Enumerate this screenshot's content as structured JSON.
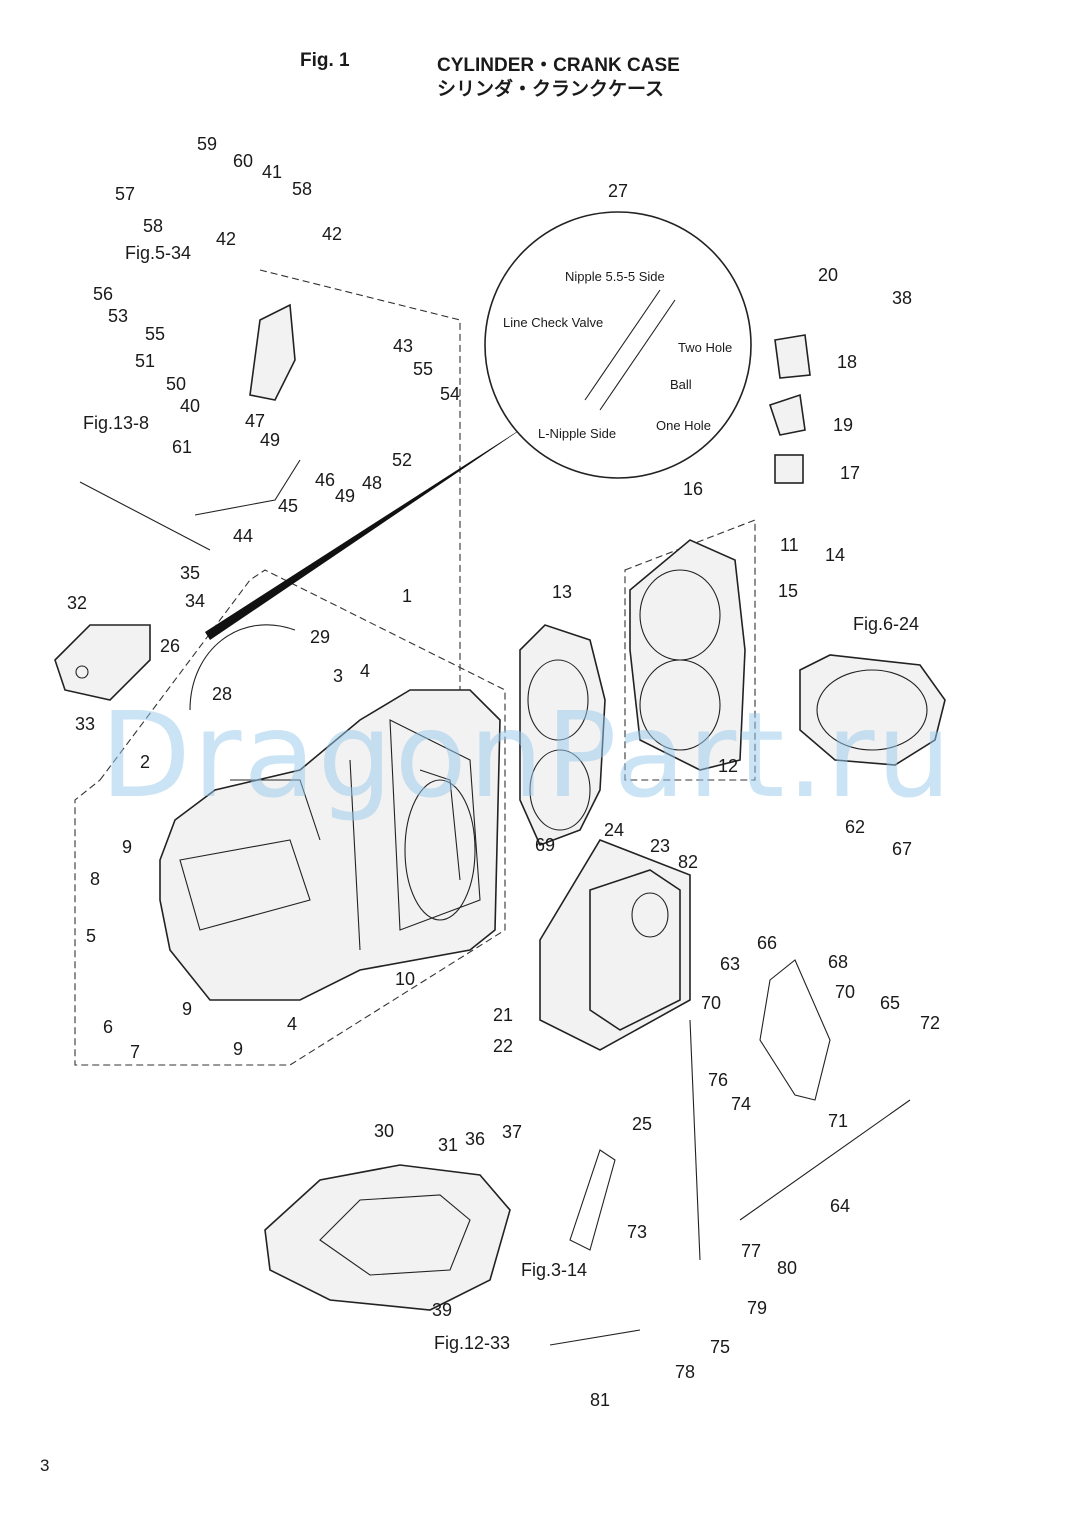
{
  "header": {
    "fig_no": "Fig. 1",
    "title_en": "CYLINDER・CRANK CASE",
    "title_jp": "シリンダ・クランクケース"
  },
  "page_number": "3",
  "watermark": "DragonPart.ru",
  "detail": {
    "number": "27",
    "labels": [
      "Nipple 5.5-5 Side",
      "Line Check Valve",
      "Two Hole",
      "Ball",
      "One Hole",
      "L-Nipple Side"
    ]
  },
  "refs": [
    "Fig.5-34",
    "Fig.13-8",
    "Fig.6-24",
    "Fig.3-14",
    "Fig.12-33"
  ],
  "callouts": [
    "59",
    "60",
    "41",
    "58",
    "57",
    "58",
    "42",
    "42",
    "56",
    "53",
    "55",
    "51",
    "50",
    "40",
    "43",
    "55",
    "54",
    "47",
    "49",
    "52",
    "46",
    "49",
    "48",
    "45",
    "44",
    "61",
    "35",
    "34",
    "32",
    "1",
    "26",
    "29",
    "33",
    "28",
    "3",
    "4",
    "2",
    "9",
    "8",
    "5",
    "6",
    "9",
    "7",
    "9",
    "4",
    "10",
    "21",
    "22",
    "30",
    "31",
    "36",
    "37",
    "13",
    "11",
    "16",
    "12",
    "14",
    "15",
    "20",
    "38",
    "18",
    "19",
    "17",
    "69",
    "24",
    "23",
    "82",
    "62",
    "67",
    "63",
    "66",
    "25",
    "70",
    "76",
    "74",
    "68",
    "70",
    "65",
    "72",
    "71",
    "64",
    "73",
    "77",
    "80",
    "79",
    "75",
    "78",
    "81",
    "39"
  ]
}
